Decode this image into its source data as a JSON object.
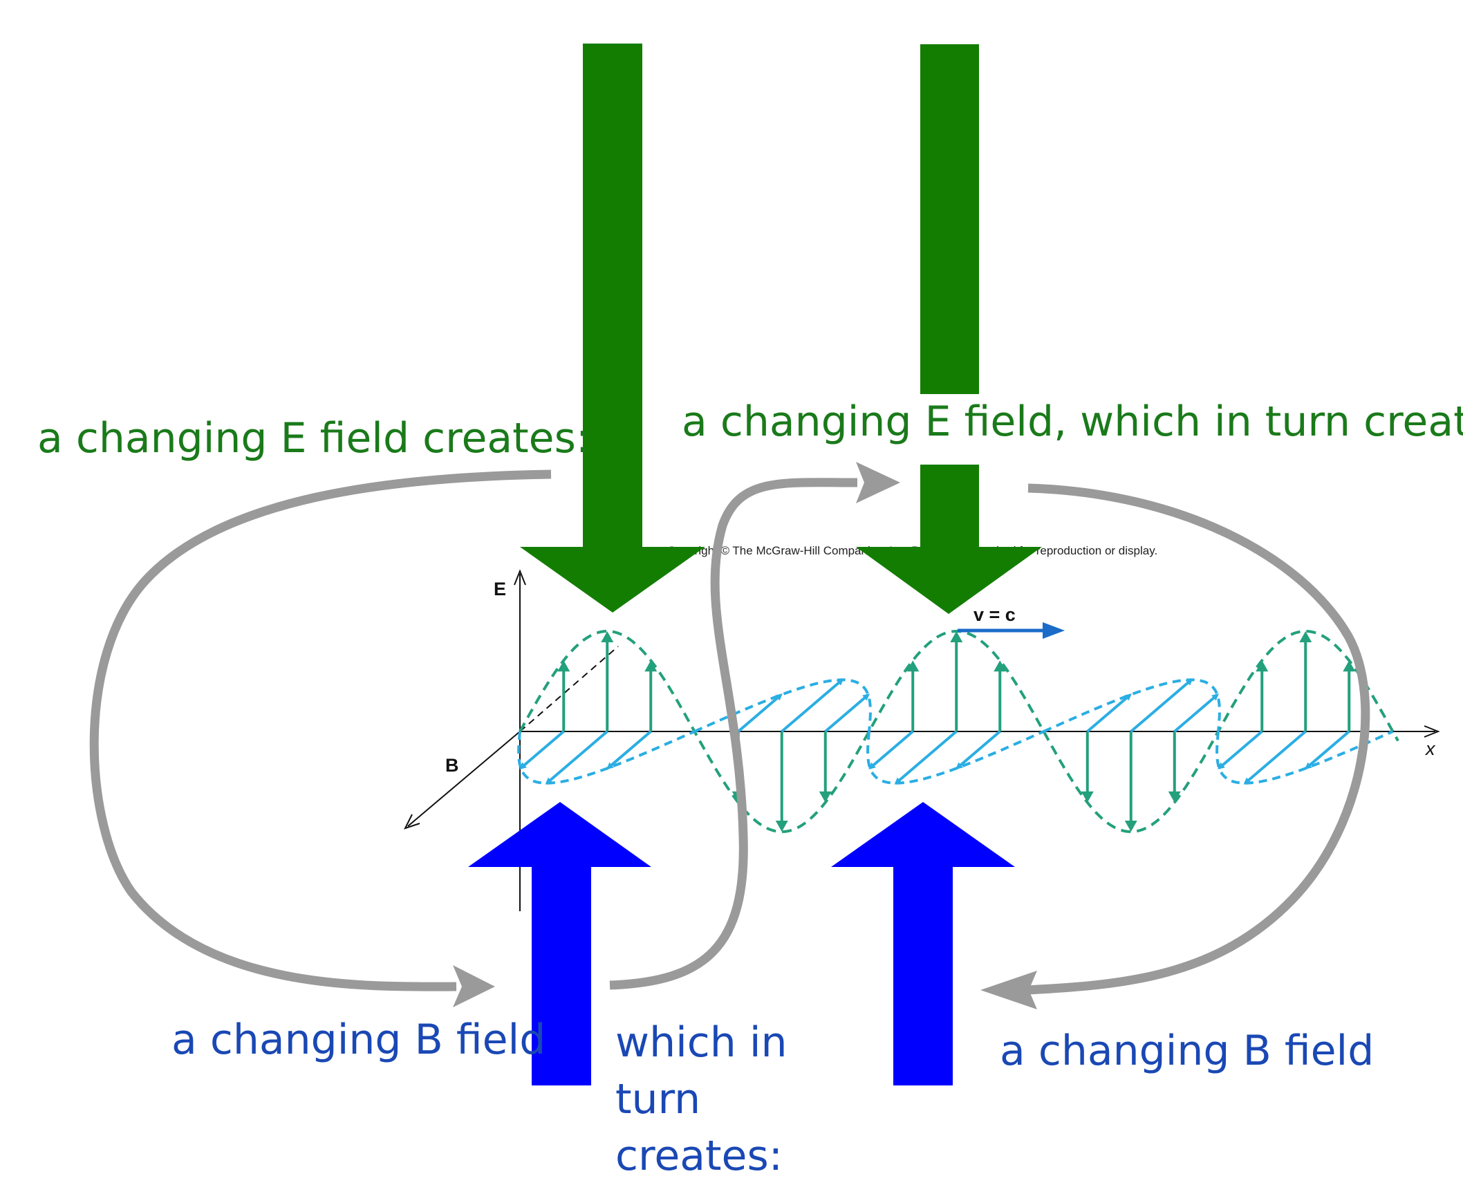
{
  "captions": {
    "e_field_creates": "a changing E field creates:",
    "e_field_in_turn": "a changing E field, which in turn creates:",
    "b_field_left": "a changing B field",
    "which_in_turn": [
      "which in",
      "turn",
      "creates:"
    ],
    "b_field_right": "a changing B field"
  },
  "figure": {
    "copyright": "Copyright © The McGraw-Hill Companies, Inc. Permission required for reproduction or display.",
    "axis_e_label": "E",
    "axis_b_label": "B",
    "axis_x_label": "x",
    "velocity_label": "v = c"
  },
  "colors": {
    "big_green_arrow": "#137d02",
    "big_blue_arrow": "#0000ff",
    "gray_cycle_arrow": "#9a9a9a",
    "e_wave": "#23a07c",
    "b_wave": "#2aaee3",
    "caption_green": "#1a7a1a",
    "caption_blue": "#1a48b4"
  }
}
